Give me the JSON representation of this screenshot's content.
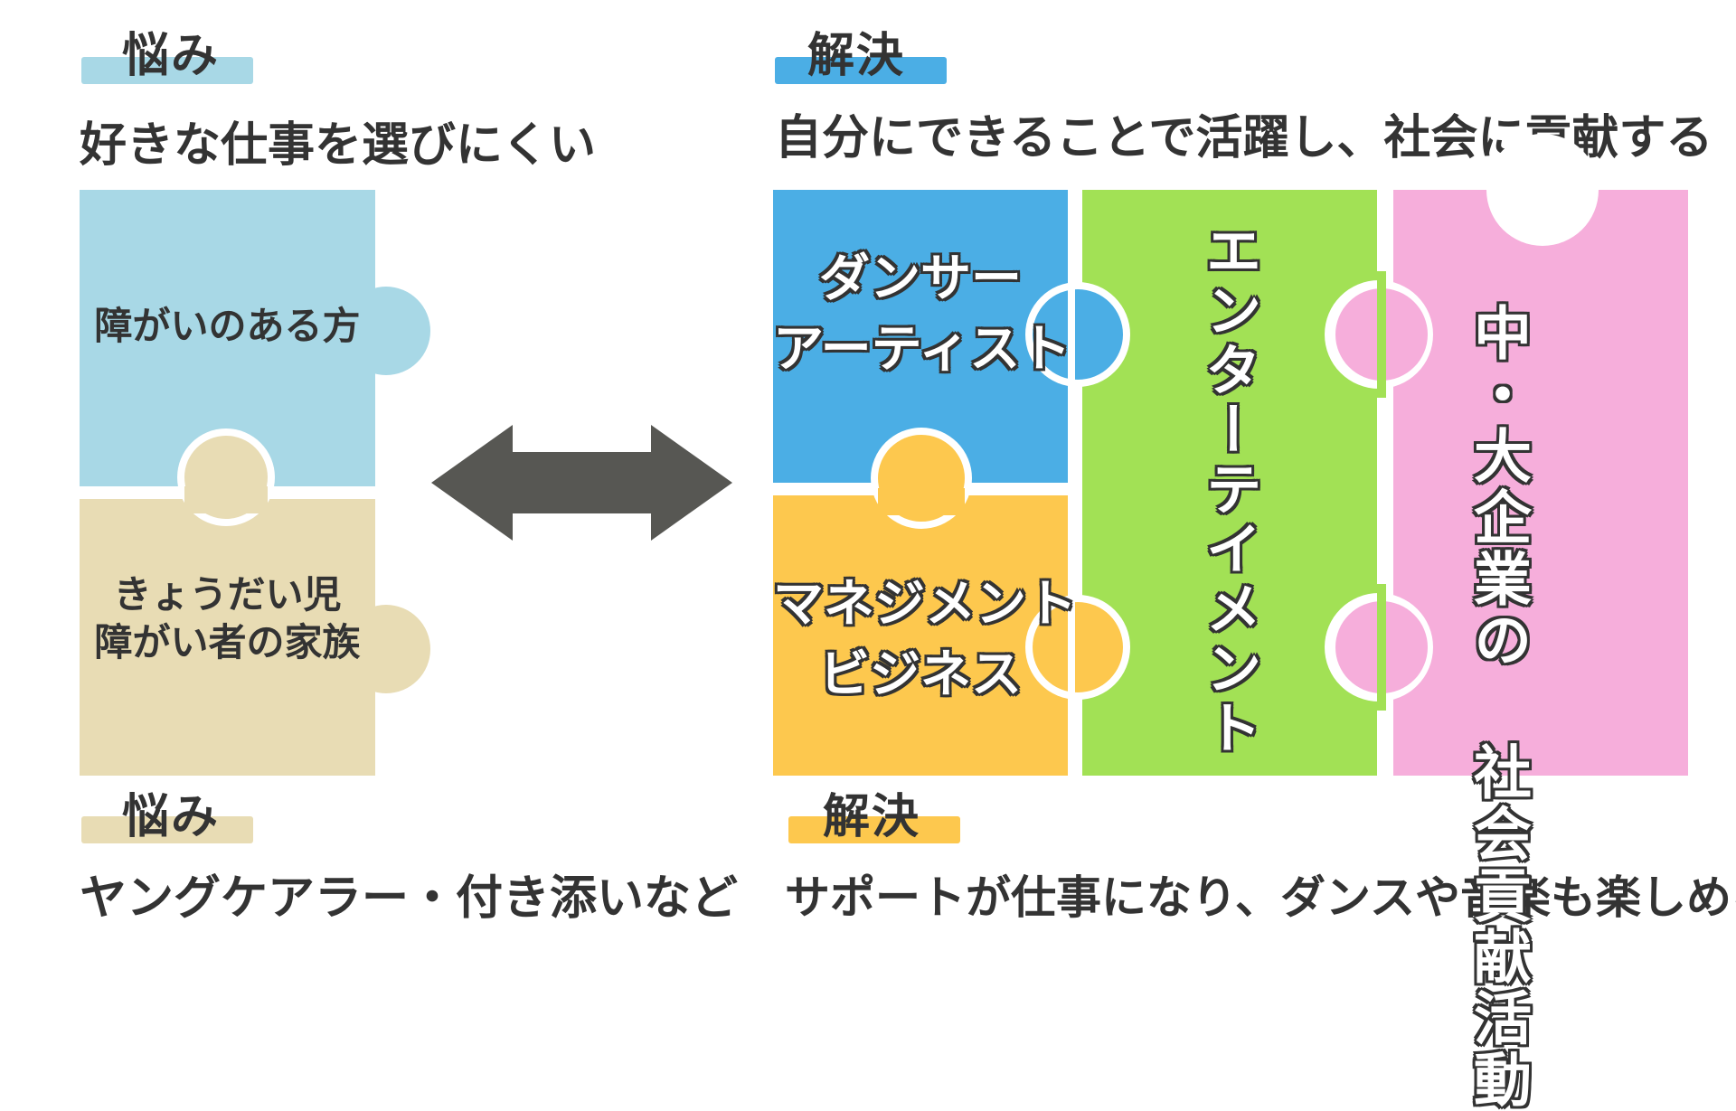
{
  "left": {
    "tag_top": "悩み",
    "heading_top": "好きな仕事を選びにくい",
    "piece_top_label": "障がいのある方",
    "piece_bottom_label_line1": "きょうだい児",
    "piece_bottom_label_line2": "障がい者の家族",
    "tag_bottom": "悩み",
    "heading_bottom": "ヤングケアラー・付き添いなど"
  },
  "right": {
    "tag_top": "解決",
    "heading_top": "自分にできることで活躍し、社会に貢献する",
    "piece_blue_line1": "ダンサー",
    "piece_blue_line2": "アーティスト",
    "piece_orange_line1": "マネジメント",
    "piece_orange_line2": "ビジネス",
    "piece_green_label": "エンターテイメント",
    "piece_pink_col1": "中・大企業の",
    "piece_pink_col2": "社会貢献活動",
    "tag_bottom": "解決",
    "heading_bottom": "サポートが仕事になり、ダンスや音楽も楽しめる"
  },
  "colors": {
    "light_blue": "#a8d8e6",
    "beige": "#e8dcb4",
    "blue": "#4baee5",
    "orange": "#fdc84e",
    "green": "#a2e155",
    "pink": "#f6aedb",
    "arrow": "#575753",
    "text": "#333333"
  },
  "icons": {
    "arrow": "double-headed-arrow-icon"
  }
}
